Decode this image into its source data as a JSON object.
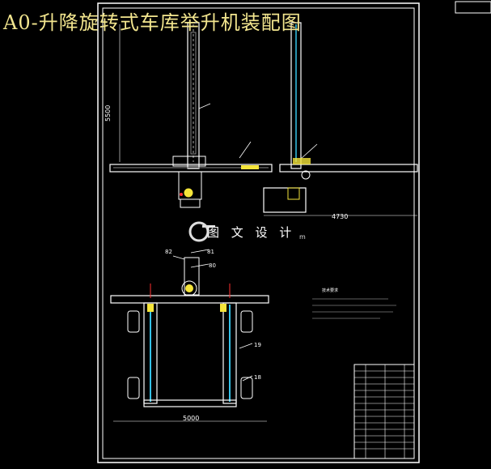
{
  "drawing": {
    "title": "A0-升降旋转式车库举升机装配图",
    "watermark": "图 文 设 计",
    "watermark_suffix": "m",
    "dimensions": {
      "front_height": "5500",
      "side_width": "4730",
      "bottom_width": "5000"
    },
    "balloons": [
      "80",
      "81",
      "82",
      "18",
      "19"
    ],
    "notes_heading": "技术要求"
  },
  "colors": {
    "background": "#000000",
    "lines": "#ffffff",
    "title": "#f2e58e",
    "detail": "#35c2e8",
    "accent": "#f5e53a",
    "marker": "#ff3030"
  }
}
